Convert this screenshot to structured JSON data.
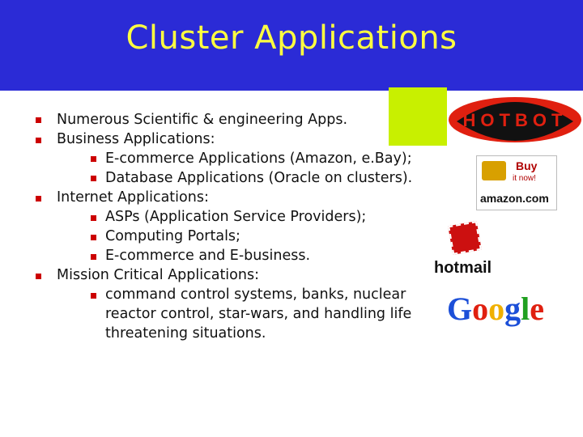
{
  "slide": {
    "title": "Cluster Applications",
    "bullets": [
      {
        "text": "Numerous Scientific & engineering Apps."
      },
      {
        "text": "Business Applications:"
      },
      {
        "text": "E-commerce Applications (Amazon, e.Bay);"
      },
      {
        "text": "Database Applications (Oracle on clusters)."
      },
      {
        "text": "Internet Applications:"
      },
      {
        "text": "ASPs (Application Service Providers);"
      },
      {
        "text": "Computing Portals;"
      },
      {
        "text": "E-commerce and E-business."
      },
      {
        "text": "Mission Critical Applications:"
      },
      {
        "text": "command control systems, banks, nuclear"
      },
      {
        "text": "reactor control, star-wars, and handling life"
      },
      {
        "text": "threatening situations."
      }
    ]
  },
  "logos": {
    "hotbot": "HOTBOT",
    "amazon_buy": "Buy",
    "amazon_it_now": "it now!",
    "amazon": "amazon.com",
    "hotmail": "hotmail",
    "google": "Google"
  },
  "colors": {
    "title_bar": "#2b2bd6",
    "title_text": "#ffff40",
    "bullet": "#cc0000",
    "accent_square": "#c8f000"
  }
}
